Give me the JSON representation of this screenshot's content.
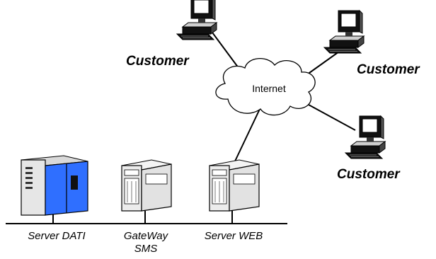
{
  "internet": {
    "label": "Internet"
  },
  "customers": [
    {
      "label": "Customer"
    },
    {
      "label": "Customer"
    },
    {
      "label": "Customer"
    }
  ],
  "servers": [
    {
      "line1": "Server DATI",
      "line2": ""
    },
    {
      "line1": "GateWay",
      "line2": "SMS"
    },
    {
      "line1": "Server WEB",
      "line2": ""
    }
  ],
  "colors": {
    "server_dati_panel": "#2f6fff",
    "cabinet": "#eaeaea",
    "line": "#000000"
  }
}
